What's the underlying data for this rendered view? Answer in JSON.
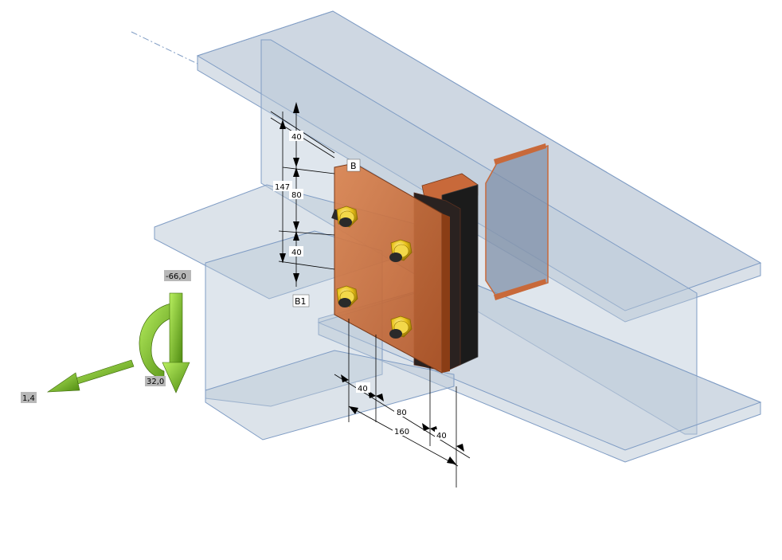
{
  "markers": {
    "top": "B",
    "bottom": "B1"
  },
  "dimensions": {
    "vertical": {
      "top_gap": "40",
      "total": "147",
      "bolt_spacing": "80",
      "bottom_gap": "40"
    },
    "horizontal": {
      "left_gap": "40",
      "bolt_spacing": "80",
      "total": "160",
      "right_gap": "40"
    }
  },
  "manipulator": {
    "rotation_angle": "-66,0",
    "angle_secondary": "32,0",
    "axis_value": "1,4"
  },
  "colors": {
    "beam_fill": "#b9c7d6",
    "beam_edge": "#7f9cc4",
    "plate": "#c8693a",
    "plate_dark": "#7a3a1a",
    "bolt": "#e8c21a",
    "manipulator": "#8ad11a"
  }
}
